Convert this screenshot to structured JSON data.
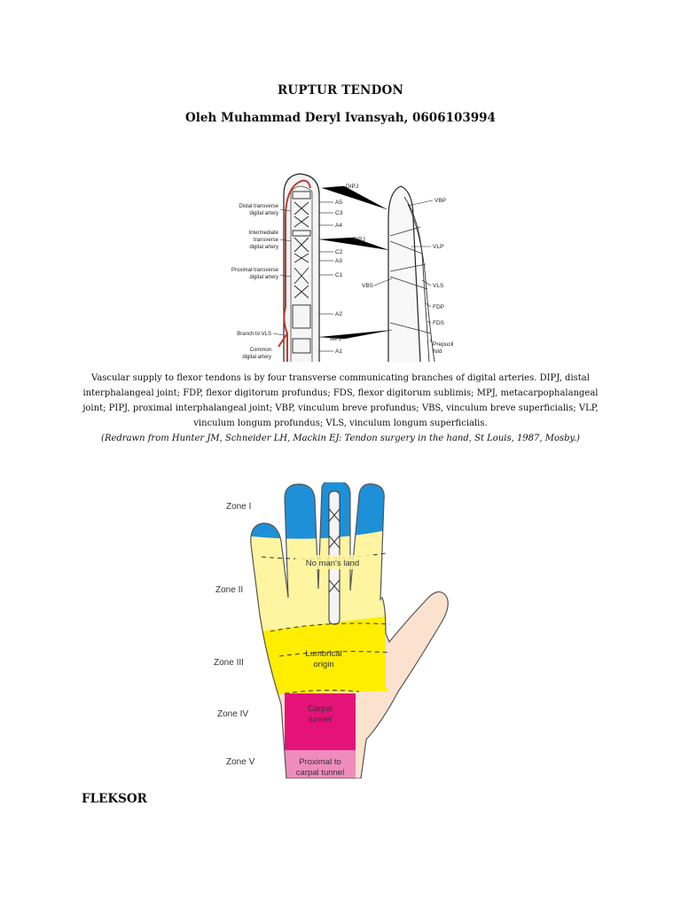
{
  "document": {
    "title": "RUPTUR TENDON",
    "author": "Oleh Muhammad Deryl Ivansyah, 0606103994",
    "section_heading": "FLEKSOR"
  },
  "figure1": {
    "labels_left": {
      "distal_artery": [
        "Distal transverse",
        "digital artery"
      ],
      "intermediate_artery": [
        "Intermediate",
        "transverse",
        "digital artery"
      ],
      "proximal_artery": [
        "Proximal transverse",
        "digital artery"
      ],
      "branch": "Branch to VLS",
      "common": [
        "Common",
        "digital artery"
      ]
    },
    "labels_mid": {
      "dipj": "DIPJ",
      "a5": "A5",
      "c3": "C3",
      "a4": "A4",
      "pipj": "PIPJ",
      "c2": "C2",
      "a3": "A3",
      "c1": "C1",
      "a2": "A2",
      "mpj": "MPJ",
      "a1": "A1"
    },
    "labels_right": {
      "vbp": "VBP",
      "vlp": "VLP",
      "vbs": "VBS",
      "vls": "VLS",
      "fdp": "FDP",
      "fds": "FDS",
      "prepucil": [
        "Prepucil",
        "fold"
      ]
    }
  },
  "caption": {
    "text": "Vascular supply to flexor tendons is by four transverse communicating branches of digital arteries. DIPJ, distal interphalangeal joint; FDP, flexor digitorum profundus; FDS, flexor digitorum sublimis; MPJ, metacarpophalangeal joint; PIPJ, proximal interphalangeal joint; VBP, vinculum breve profundus; VBS, vinculum breve superficialis; VLP, vinculum longum profundus; VLS, vinculum longum superficialis.",
    "source": "(Redrawn from Hunter JM, Schneider LH, Mackin EJ: Tendon surgery in the hand, St Louis, 1987, Mosby.)"
  },
  "figure2": {
    "zones": [
      "Zone I",
      "Zone II",
      "Zone III",
      "Zone IV",
      "Zone V"
    ],
    "region_labels": {
      "no_mans_land": "No man's land",
      "lumbrical": [
        "Lumbrical",
        "origin"
      ],
      "carpal": [
        "Carpal",
        "tunnel"
      ],
      "proximal": [
        "Proximal to",
        "carpal tunnel"
      ]
    },
    "colors": {
      "zone1": "#1e90d8",
      "zone2": "#fff5a0",
      "zone3": "#ffee00",
      "zone4": "#e5127a",
      "zone5": "#f08cbd",
      "skin": "#fbe2cf",
      "artery": "#c0392b"
    }
  }
}
